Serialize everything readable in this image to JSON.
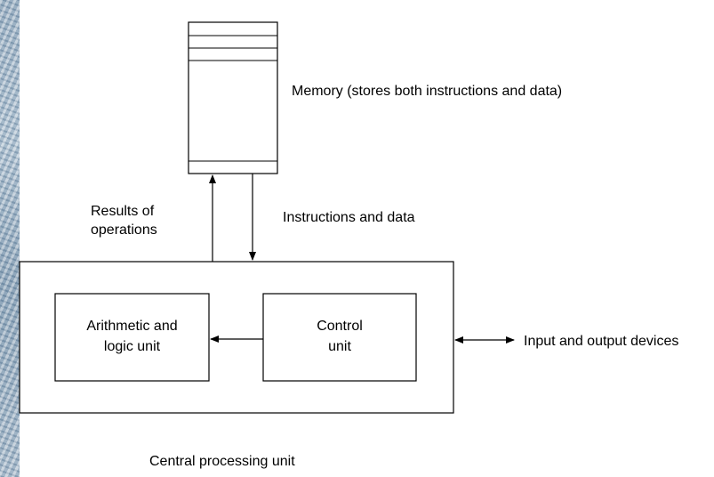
{
  "labels": {
    "memory": "Memory (stores both instructions and data)",
    "results_line1": "Results of",
    "results_line2": "operations",
    "instructions": "Instructions and data",
    "alu_line1": "Arithmetic and",
    "alu_line2": "logic unit",
    "control_line1": "Control",
    "control_line2": "unit",
    "io": "Input and output devices",
    "cpu": "Central processing unit"
  },
  "colors": {
    "line": "#000000",
    "background": "#ffffff",
    "texture": "#8fa6bb"
  }
}
